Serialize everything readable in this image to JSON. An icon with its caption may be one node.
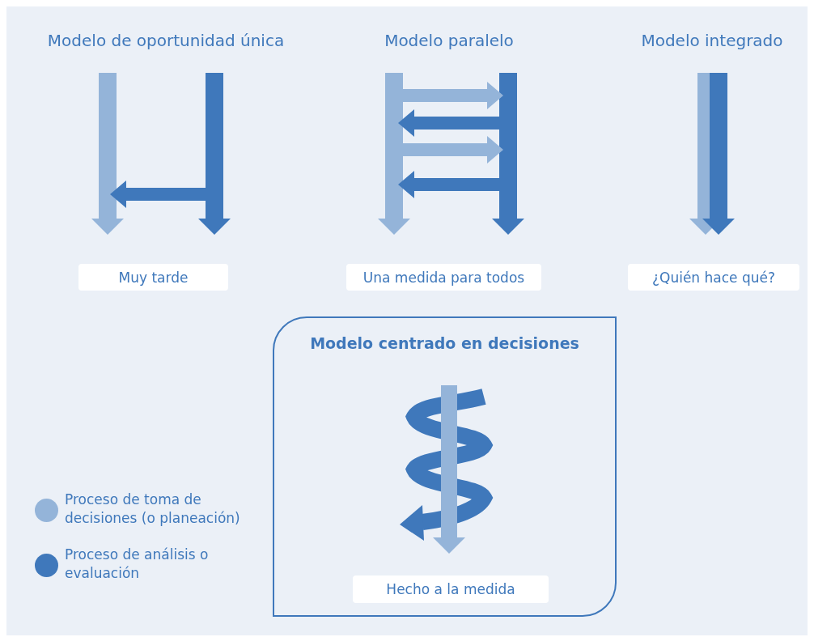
{
  "diagram": {
    "nodes": [
      {
        "text": [
          "Muy tarde"
        ]
      },
      {
        "text": [
          "Una medida para todos"
        ]
      },
      {
        "text": [
          "¿Quién hace qué?"
        ]
      },
      {
        "text": [
          "Modelo centrado en decisiones"
        ]
      },
      {
        "text": [
          "Hecho a la medida"
        ],
        "in": 3
      }
    ],
    "labels": [
      "Modelo de oportunidad única",
      "Modelo paralelo",
      "Modelo integrado"
    ],
    "legend": [
      {
        "text": "Proceso de toma de decisiones (o planeación)",
        "color": "#94b4d9"
      },
      {
        "text": "Proceso de análisis o evaluación",
        "color": "#3f78bb"
      }
    ]
  }
}
